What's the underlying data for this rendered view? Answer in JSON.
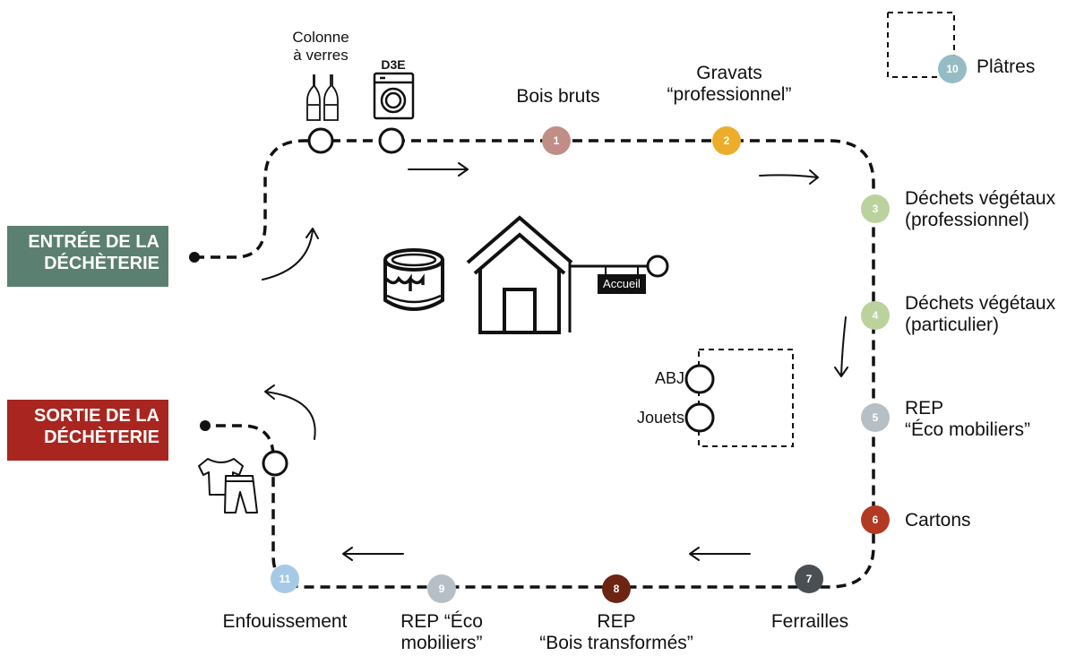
{
  "entry_banner": {
    "line1": "ENTRÉE DE LA",
    "line2": "DÉCHÈTERIE",
    "color": "#5b7f70"
  },
  "exit_banner": {
    "line1": "SORTIE DE LA",
    "line2": "DÉCHÈTERIE",
    "color": "#a8261f"
  },
  "top_items": {
    "glass_column": {
      "line1": "Colonne",
      "line2": "à verres"
    },
    "d3e": {
      "label": "D3E"
    }
  },
  "accueil_label": "Accueil",
  "box_items": {
    "abj": "ABJ",
    "jouets": "Jouets"
  },
  "stations": [
    {
      "num": "1",
      "color": "#c08e86",
      "line1": "Bois bruts",
      "line2": ""
    },
    {
      "num": "2",
      "color": "#ecae2a",
      "line1": "Gravats",
      "line2": "“professionnel”"
    },
    {
      "num": "3",
      "color": "#bcd29c",
      "line1": "Déchets végétaux",
      "line2": "(professionnel)"
    },
    {
      "num": "4",
      "color": "#bcd29c",
      "line1": "Déchets végétaux",
      "line2": "(particulier)"
    },
    {
      "num": "5",
      "color": "#b6bfc6",
      "line1": "REP",
      "line2": "“Éco mobiliers”"
    },
    {
      "num": "6",
      "color": "#b33a22",
      "line1": "Cartons",
      "line2": ""
    },
    {
      "num": "7",
      "color": "#4a4f54",
      "line1": "Ferrailles",
      "line2": ""
    },
    {
      "num": "8",
      "color": "#6e2413",
      "line1": "REP",
      "line2": "“Bois transformés”"
    },
    {
      "num": "9",
      "color": "#b6bfc6",
      "line1": "REP “Éco",
      "line2": "mobiliers”"
    },
    {
      "num": "10",
      "color": "#95bcc4",
      "line1": "Plâtres",
      "line2": ""
    },
    {
      "num": "11",
      "color": "#a6c9e6",
      "line1": "Enfouissement",
      "line2": ""
    }
  ]
}
